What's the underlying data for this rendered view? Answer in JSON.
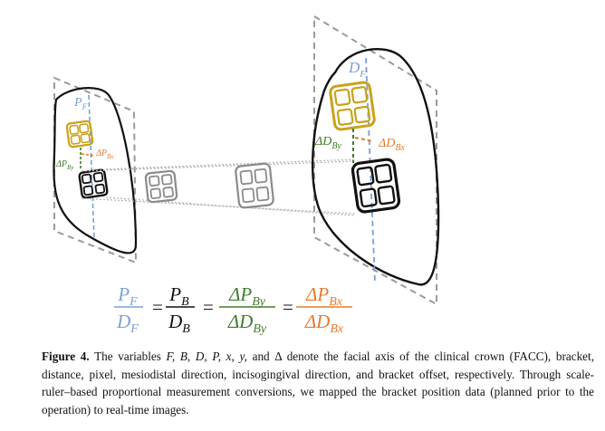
{
  "figure": {
    "labels": {
      "pf_small": "P",
      "pf_small_sub": "F",
      "dpb_y": "ΔP",
      "dpb_y_sub": "By",
      "dpb_x": "ΔP",
      "dpb_x_sub": "Bx",
      "df_large": "D",
      "df_large_sub": "F",
      "ddb_y": "ΔD",
      "ddb_y_sub": "By",
      "ddb_x": "ΔD",
      "ddb_x_sub": "Bx"
    },
    "equation": {
      "f1_num": "P",
      "f1_num_sub": "F",
      "f1_den": "D",
      "f1_den_sub": "F",
      "f2_num": "P",
      "f2_num_sub": "B",
      "f2_den": "D",
      "f2_den_sub": "B",
      "f3_num": "ΔP",
      "f3_num_sub": "By",
      "f3_den": "ΔD",
      "f3_den_sub": "By",
      "f4_num": "ΔP",
      "f4_num_sub": "Bx",
      "f4_den": "ΔD",
      "f4_den_sub": "Bx",
      "eq_sign": "="
    },
    "colors": {
      "blue": "#7aa0d8",
      "green": "#3f7d2c",
      "orange": "#e87a2d",
      "gold": "#c9a21a",
      "grey": "#8a8a8a",
      "dark": "#111111"
    }
  },
  "caption": {
    "label": "Figure 4.",
    "text_a": "The variables ",
    "var_list": "F, B, D, P, x, y,",
    "text_b": " and Δ denote the facial axis of the clinical crown (FACC), bracket, distance, pixel, mesiodistal direction, incisogingival direction, and bracket offset, respectively. Through scale-ruler–based proportional measurement conversions, we mapped the bracket position data (planned prior to the operation) to real-time images."
  }
}
